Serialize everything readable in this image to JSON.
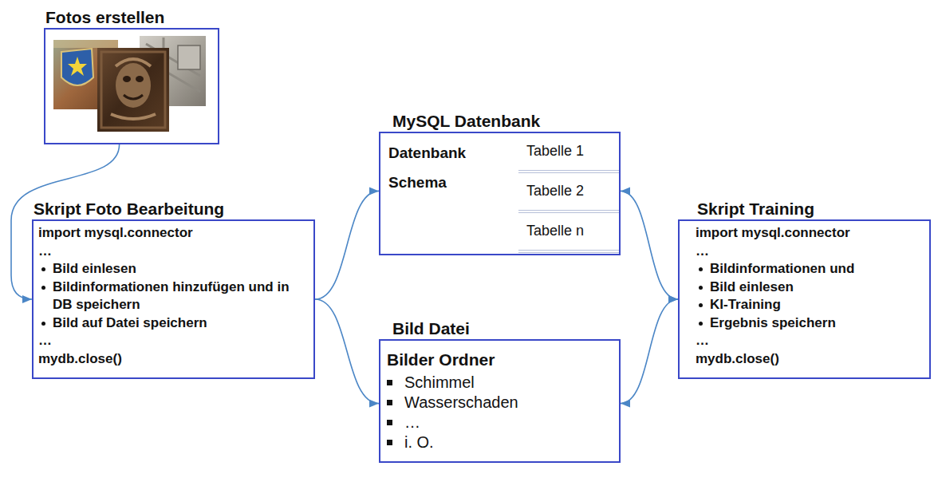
{
  "diagram": {
    "nodes": [
      {
        "text": [
          "Fotos erstellen"
        ]
      },
      {
        "text": [
          "Skript Foto Bearbeitung",
          "import mysql.connector",
          "…",
          "Bild einlesen",
          "Bildinformationen hinzufügen und in DB speichern",
          "Bild auf Datei speichern",
          "…",
          "mydb.close()"
        ]
      },
      {
        "text": [
          "MySQL Datenbank",
          "Datenbank Schema",
          "Tabelle 1",
          "Tabelle 2",
          "Tabelle n"
        ]
      },
      {
        "text": [
          "Bild Datei",
          "Bilder Ordner",
          "Schimmel",
          "Wasserschaden",
          "…",
          "i. O."
        ]
      },
      {
        "text": [
          "Skript Training",
          "import mysql.connector",
          "…",
          "Bildinformationen und",
          "Bild einlesen",
          "KI-Training",
          "Ergebnis speichern",
          "…",
          "mydb.close()"
        ]
      }
    ],
    "edges": [
      {
        "from": 0,
        "to": 1,
        "arrow": "to"
      },
      {
        "from": 1,
        "to": 2,
        "arrow": "to"
      },
      {
        "from": 1,
        "to": 3,
        "arrow": "to"
      },
      {
        "from": 2,
        "to": 4,
        "arrow": "both"
      },
      {
        "from": 3,
        "to": 4,
        "arrow": "both"
      }
    ]
  }
}
